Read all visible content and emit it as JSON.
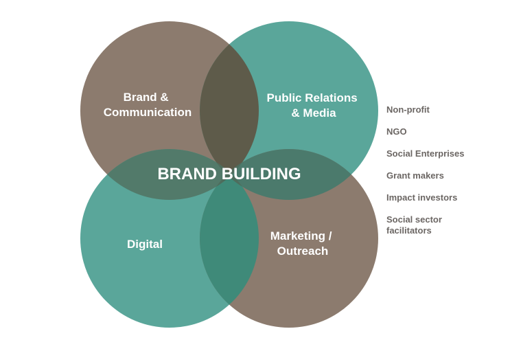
{
  "diagram": {
    "center_label": "BRAND BUILDING",
    "colors": {
      "brown": "#8c7b6e",
      "teal": "#5aa69a",
      "overlap_top": "#5e5b4a",
      "overlap_bottom": "#3f8a79",
      "overlap_left": "#527a6a",
      "overlap_right": "#4b7a6c",
      "center": "#4e6d5d"
    },
    "circles": [
      {
        "id": "brand-communication",
        "lines": [
          "Brand &",
          "Communication"
        ],
        "color": "brown"
      },
      {
        "id": "public-relations-media",
        "lines": [
          "Public Relations",
          "& Media"
        ],
        "color": "teal"
      },
      {
        "id": "digital",
        "lines": [
          "Digital"
        ],
        "color": "teal"
      },
      {
        "id": "marketing-outreach",
        "lines": [
          "Marketing /",
          "Outreach"
        ],
        "color": "brown"
      }
    ]
  },
  "side_list": [
    "Non-profit",
    "NGO",
    "Social Enterprises",
    "Grant makers",
    "Impact investors",
    "Social sector\nfacilitators"
  ]
}
